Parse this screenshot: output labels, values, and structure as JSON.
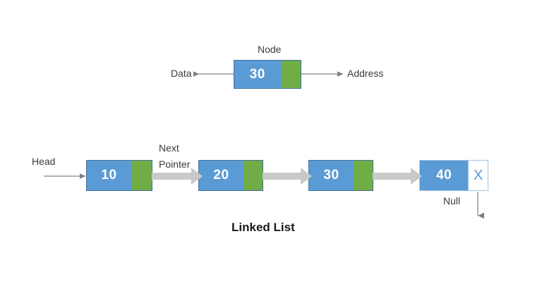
{
  "diagram": {
    "title": "Linked List",
    "palette": {
      "data_fill": "#5B9BD5",
      "address_fill": "#70AD47",
      "node_border": "#41719C",
      "null_border": "#9DC3E6",
      "arrow_thin": "#808080",
      "arrow_block": "#C9C9C9",
      "text": "#3A3A3A",
      "title_text": "#1A1A1A",
      "value_text": "#FFFFFF",
      "null_mark": "#5B9BD5",
      "background": "#FFFFFF"
    },
    "legend": {
      "node_caption": "Node",
      "data_label": "Data",
      "address_label": "Address",
      "sample_value": "30"
    },
    "list": {
      "head_label": "Head",
      "next_pointer_label_line1": "Next",
      "next_pointer_label_line2": "Pointer",
      "null_label": "Null",
      "null_mark": "X",
      "nodes": [
        {
          "value": "10",
          "has_address": true,
          "terminal": false
        },
        {
          "value": "20",
          "has_address": true,
          "terminal": false
        },
        {
          "value": "30",
          "has_address": true,
          "terminal": false
        },
        {
          "value": "40",
          "has_address": false,
          "terminal": true
        }
      ]
    }
  }
}
